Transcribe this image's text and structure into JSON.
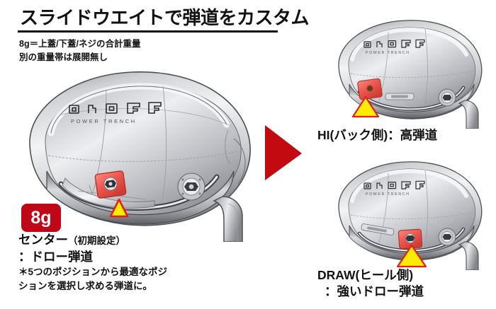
{
  "slide": {
    "title": "スライドウエイトで弾道をカスタム",
    "subtitle_line1": "8g＝上蓋/下蓋/ネジの合計重量",
    "subtitle_line2": "別の重量帯は展開無し"
  },
  "weight_badge": {
    "label": "8g",
    "color": "#c00718"
  },
  "captions": {
    "center_main": "センター",
    "center_paren": "（初期設定）",
    "center_sub": "：ドロー弾道",
    "center_note_line1": "＊5つのポジションから最適なポジ",
    "center_note_line2": "ションを選択し求める弾道に。",
    "hi_label": "HI(バック側)：高弾道",
    "draw_label_line1": "DRAW(ヒール側)",
    "draw_label_line2": "：強いドロー弾道"
  },
  "clubheads": {
    "main": {
      "brand_logo": "ONOFF",
      "brand_tagline": "POWER TRENCH",
      "weight_position": "center"
    },
    "hi": {
      "brand_logo": "ONOFF",
      "brand_tagline": "POWER TRENCH",
      "weight_position": "back"
    },
    "draw": {
      "brand_logo": "ONOFF",
      "brand_tagline": "POWER TRENCH",
      "weight_position": "heel"
    }
  },
  "icons": {
    "red_arrow": "right-triangle-arrow",
    "yellow_marker": "up-triangle-marker"
  },
  "colors": {
    "accent_red": "#c00718",
    "arrow_red": "#c30a10",
    "marker_yellow": "#ffeb00",
    "marker_outline": "#e02020",
    "weight_red": "#ef5b52",
    "text": "#121212"
  }
}
